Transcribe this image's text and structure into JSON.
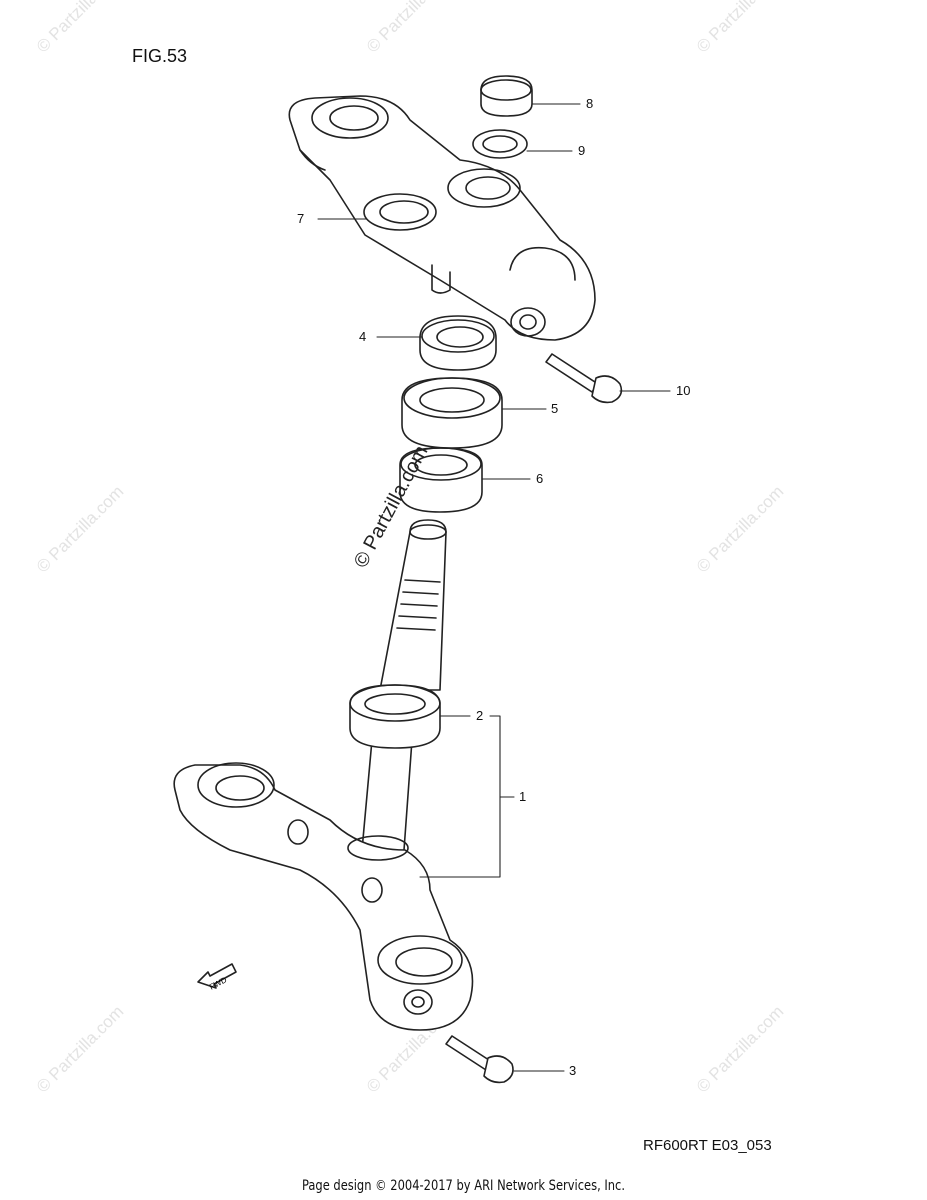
{
  "figure_title": "FIG.53",
  "drawing_code": "RF600RT E03_053",
  "footer": "Page design © 2004-2017 by ARI Network Services, Inc.",
  "watermark": "© Partzilla.com",
  "fwd_label": "FWD",
  "callouts": {
    "c1": "1",
    "c2": "2",
    "c3": "3",
    "c4": "4",
    "c5": "5",
    "c6": "6",
    "c7": "7",
    "c8": "8",
    "c9": "9",
    "c10": "10"
  }
}
